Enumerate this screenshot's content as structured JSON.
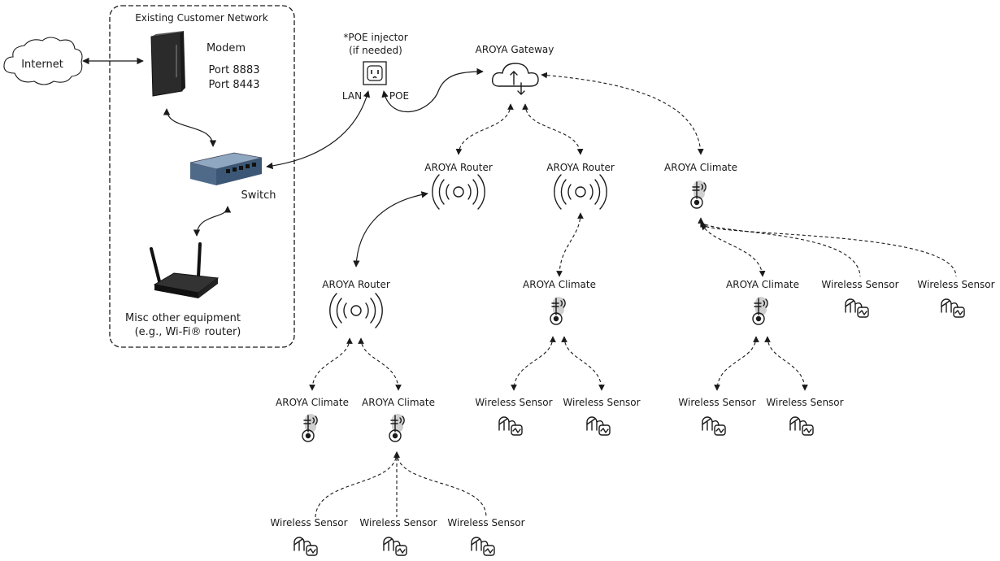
{
  "network_box": {
    "title": "Existing Customer Network",
    "modem_label": "Modem",
    "port_1": "Port 8883",
    "port_2": "Port 8443",
    "switch_label": "Switch",
    "misc_line_1": "Misc other equipment",
    "misc_line_2": "(e.g., Wi-Fi® router)"
  },
  "internet_label": "Internet",
  "poe": {
    "line_1": "*POE injector",
    "line_2": "(if needed)",
    "lan_label": "LAN",
    "poe_label": "POE"
  },
  "gateway_label": "AROYA Gateway",
  "router_label": "AROYA Router",
  "climate_label": "AROYA Climate",
  "sensor_label": "Wireless Sensor",
  "icons": {
    "cloud": "cloud-upload-download-icon",
    "router": "wireless-broadcast-icon",
    "climate": "thermometer-wireless-icon",
    "sensor": "probe-graph-icon"
  }
}
